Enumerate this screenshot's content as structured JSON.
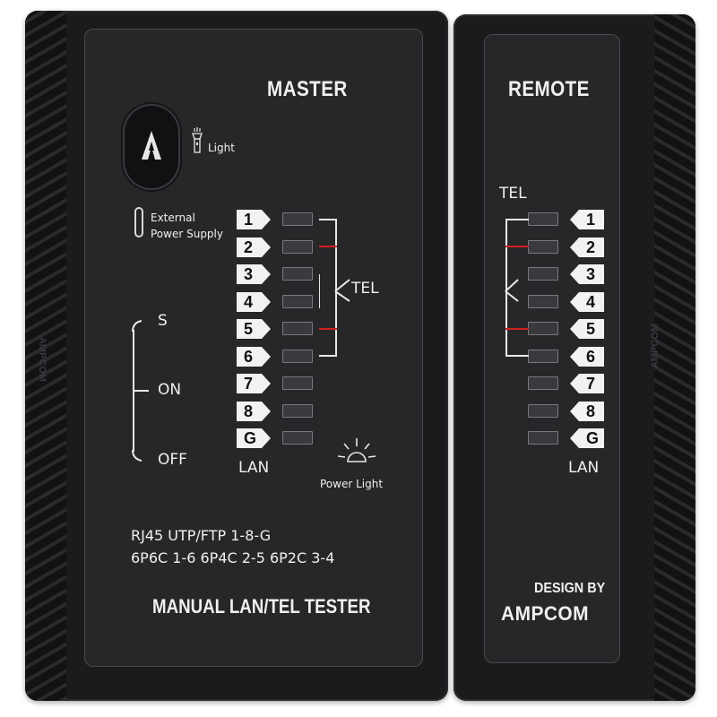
{
  "master": {
    "title": "MASTER",
    "light_label": "Light",
    "external_power": [
      "External",
      "Power Supply"
    ],
    "led_numbers": [
      "1",
      "2",
      "3",
      "4",
      "5",
      "6",
      "7",
      "8",
      "G"
    ],
    "tel_label": "TEL",
    "lan_label": "LAN",
    "switch_positions": [
      "S",
      "ON",
      "OFF"
    ],
    "power_light_label": "Power Light",
    "spec_line1": "RJ45 UTP/FTP 1-8-G",
    "spec_line2": "6P6C 1-6  6P4C 2-5  6P2C 3-4",
    "bottom_title": "MANUAL  LAN/TEL TESTER"
  },
  "remote": {
    "title": "REMOTE",
    "tel_label": "TEL",
    "lan_label": "LAN",
    "led_numbers": [
      "1",
      "2",
      "3",
      "4",
      "5",
      "6",
      "7",
      "8",
      "G"
    ],
    "design_by": "DESIGN BY",
    "brand": "AMPCOM"
  },
  "side_marks": {
    "left": "AMPCOM",
    "right": "AMPCOM"
  },
  "colors": {
    "body": "#1b1b1d",
    "plate": "#27272a",
    "text": "#f0f0f0",
    "accent_red": "#d02020"
  },
  "icons": {
    "light_button": "ampcom-logo-icon",
    "torch": "flashlight-icon",
    "power_port": "usb-c-port-icon",
    "power_led": "sun-icon"
  }
}
